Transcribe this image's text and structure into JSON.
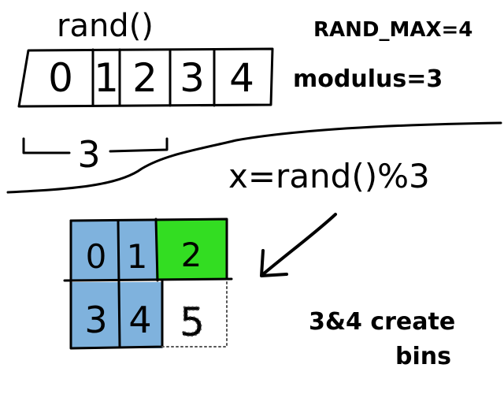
{
  "title": "rand()",
  "rand_max_note": "RAND_MAX=4",
  "modulus_note": "modulus=3",
  "formula": "x=rand()%3",
  "range_label": "3",
  "note_line1": "3&4 create",
  "note_line2": "bins",
  "top_array": [
    {
      "label": "0"
    },
    {
      "label": "1"
    },
    {
      "label": "2"
    },
    {
      "label": "3"
    },
    {
      "label": "4"
    }
  ],
  "bins": [
    {
      "label": "0",
      "color": "#7fb2dd"
    },
    {
      "label": "1",
      "color": "#7fb2dd"
    },
    {
      "label": "2",
      "color": "#33dd22"
    },
    {
      "label": "3",
      "color": "#7fb2dd"
    },
    {
      "label": "4",
      "color": "#7fb2dd"
    },
    {
      "label": "5",
      "color": "#ffffff"
    }
  ],
  "colors": {
    "blue": "#7fb2dd",
    "green": "#33dd22",
    "ink": "#000000"
  }
}
